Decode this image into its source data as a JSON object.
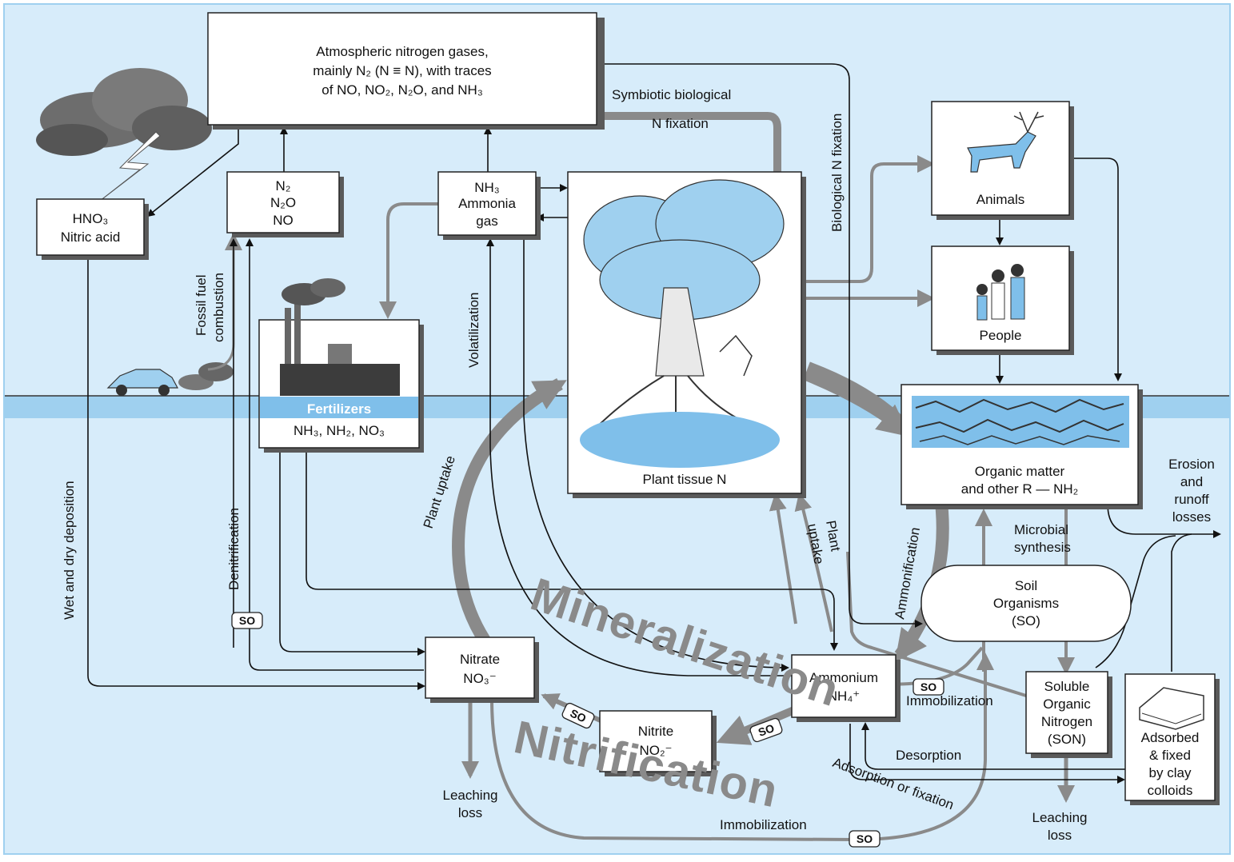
{
  "colors": {
    "sky": "#d7ecfa",
    "water_band": "#9fd0ef",
    "soil": "#d7ecfa",
    "accent_blue": "#7fbfea",
    "arrow_gray": "#8a8a8a",
    "box_fill": "#ffffff",
    "fertilizer_label": "#ffffff"
  },
  "nodes": {
    "atmosphere": {
      "line1": "Atmospheric nitrogen gases,",
      "line2": "mainly N₂ (N ≡ N), with traces",
      "line3": "of NO, NO₂, N₂O, and NH₃"
    },
    "nitric_acid": {
      "line1": "HNO₃",
      "line2": "Nitric acid"
    },
    "n_oxides": {
      "line1": "N₂",
      "line2": "N₂O",
      "line3": "NO"
    },
    "ammonia_gas": {
      "line1": "NH₃",
      "line2": "Ammonia",
      "line3": "gas"
    },
    "fertilizers": {
      "title": "Fertilizers",
      "formula": "NH₃, NH₂, NO₃"
    },
    "plant_tissue": {
      "label": "Plant tissue N"
    },
    "animals": {
      "label": "Animals"
    },
    "people": {
      "label": "People"
    },
    "organic_matter": {
      "line1": "Organic matter",
      "line2": "and other R — NH₂"
    },
    "soil_organisms": {
      "line1": "Soil",
      "line2": "Organisms",
      "line3": "(SO)"
    },
    "nitrate": {
      "line1": "Nitrate",
      "line2": "NO₃⁻"
    },
    "nitrite": {
      "line1": "Nitrite",
      "line2": "NO₂⁻"
    },
    "ammonium": {
      "line1": "Ammonium",
      "line2": "NH₄⁺"
    },
    "son": {
      "line1": "Soluble",
      "line2": "Organic",
      "line3": "Nitrogen",
      "line4": "(SON)"
    },
    "clay": {
      "line1": "Adsorbed",
      "line2": "& fixed",
      "line3": "by clay",
      "line4": "colloids"
    }
  },
  "labels": {
    "symbiotic_1": "Symbiotic biological",
    "symbiotic_2": "N fixation",
    "biological_fixation": "Biological N fixation",
    "fossil_1": "Fossil fuel",
    "fossil_2": "combustion",
    "volatilization": "Volatilization",
    "wet_dry": "Wet and dry deposition",
    "denitrification": "Denitrification",
    "plant_uptake_left": "Plant uptake",
    "plant_uptake_1": "Plant",
    "plant_uptake_2": "uptake",
    "ammonification": "Ammonification",
    "microbial_1": "Microbial",
    "microbial_2": "synthesis",
    "erosion_1": "Erosion",
    "erosion_2": "and",
    "erosion_3": "runoff",
    "erosion_4": "losses",
    "immobilization_mid": "Immobilization",
    "desorption": "Desorption",
    "adsorption": "Adsorption or fixation",
    "immobilization_bottom": "Immobilization",
    "leaching_left_1": "Leaching",
    "leaching_left_2": "loss",
    "leaching_right_1": "Leaching",
    "leaching_right_2": "loss",
    "so": "SO"
  },
  "big_labels": {
    "mineralization": "Mineralization",
    "nitrification": "Nitrification"
  }
}
